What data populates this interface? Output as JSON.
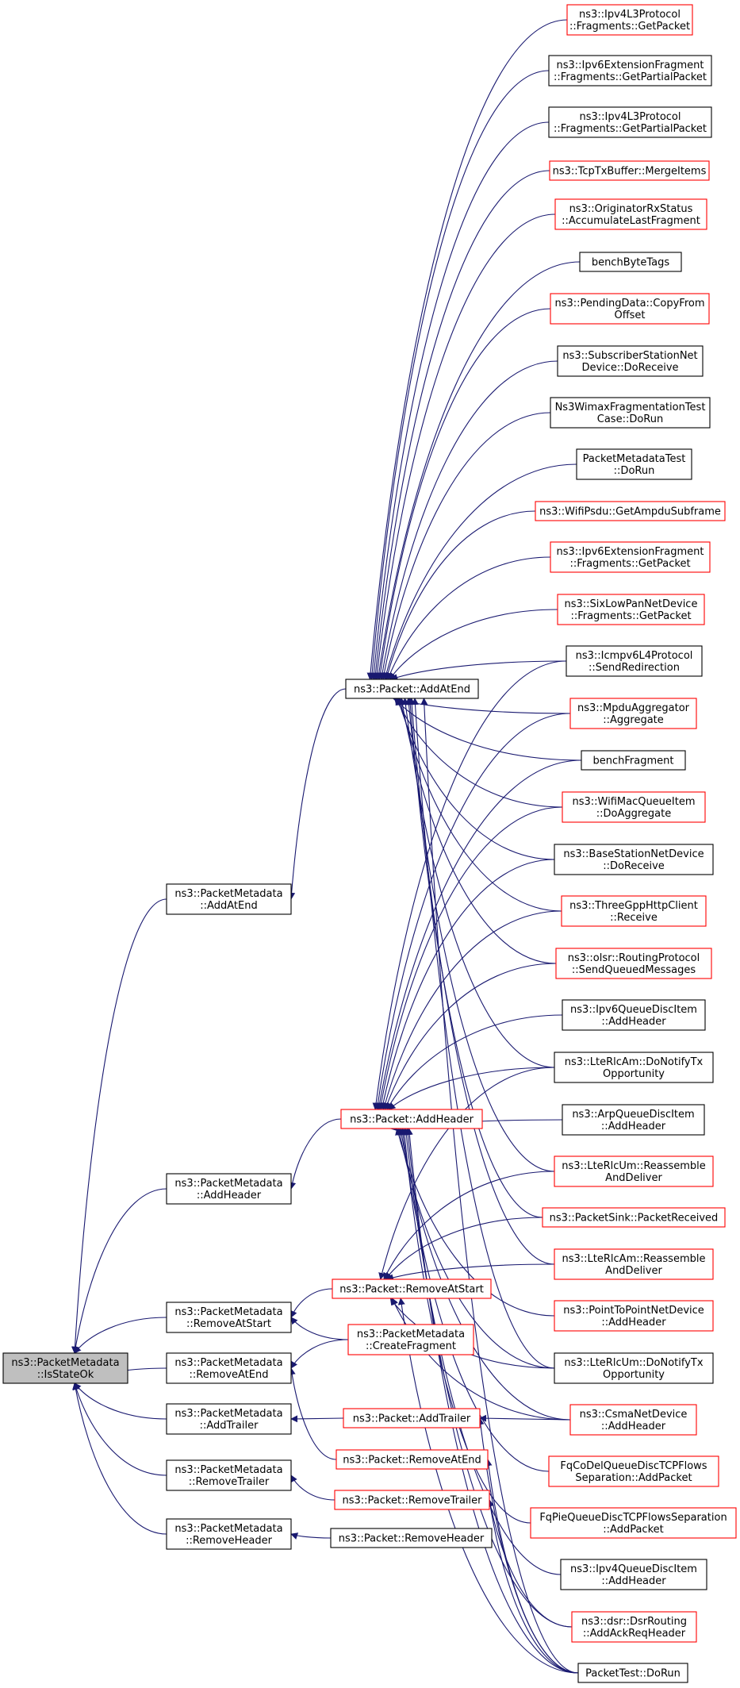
{
  "colors": {
    "edge": "#191970",
    "red_border": "#ff0000",
    "black_border": "#000000",
    "root_fill": "#bfbfbf",
    "node_fill": "#ffffff"
  },
  "nodes": [
    {
      "id": "isstateok",
      "lines": [
        "ns3::PacketMetadata",
        "::IsStateOk"
      ],
      "style": "root"
    },
    {
      "id": "pm_addatend",
      "lines": [
        "ns3::PacketMetadata",
        "::AddAtEnd"
      ],
      "style": "black"
    },
    {
      "id": "pm_addheader",
      "lines": [
        "ns3::PacketMetadata",
        "::AddHeader"
      ],
      "style": "black"
    },
    {
      "id": "pm_removeatstart",
      "lines": [
        "ns3::PacketMetadata",
        "::RemoveAtStart"
      ],
      "style": "black"
    },
    {
      "id": "pm_removeatend",
      "lines": [
        "ns3::PacketMetadata",
        "::RemoveAtEnd"
      ],
      "style": "black"
    },
    {
      "id": "pm_addtrailer",
      "lines": [
        "ns3::PacketMetadata",
        "::AddTrailer"
      ],
      "style": "black"
    },
    {
      "id": "pm_removetrailer",
      "lines": [
        "ns3::PacketMetadata",
        "::RemoveTrailer"
      ],
      "style": "black"
    },
    {
      "id": "pm_removeheader",
      "lines": [
        "ns3::PacketMetadata",
        "::RemoveHeader"
      ],
      "style": "black"
    },
    {
      "id": "p_addatend",
      "lines": [
        "ns3::Packet::AddAtEnd"
      ],
      "style": "black"
    },
    {
      "id": "p_addheader",
      "lines": [
        "ns3::Packet::AddHeader"
      ],
      "style": "red"
    },
    {
      "id": "p_removeatstart",
      "lines": [
        "ns3::Packet::RemoveAtStart"
      ],
      "style": "red"
    },
    {
      "id": "pm_createfragment",
      "lines": [
        "ns3::PacketMetadata",
        "::CreateFragment"
      ],
      "style": "red"
    },
    {
      "id": "p_addtrailer",
      "lines": [
        "ns3::Packet::AddTrailer"
      ],
      "style": "red"
    },
    {
      "id": "p_removeatend",
      "lines": [
        "ns3::Packet::RemoveAtEnd"
      ],
      "style": "red"
    },
    {
      "id": "p_removetrailer",
      "lines": [
        "ns3::Packet::RemoveTrailer"
      ],
      "style": "red"
    },
    {
      "id": "p_removeheader",
      "lines": [
        "ns3::Packet::RemoveHeader"
      ],
      "style": "black"
    },
    {
      "id": "r01",
      "lines": [
        "ns3::Ipv4L3Protocol",
        "::Fragments::GetPacket"
      ],
      "style": "red"
    },
    {
      "id": "r02",
      "lines": [
        "ns3::Ipv6ExtensionFragment",
        "::Fragments::GetPartialPacket"
      ],
      "style": "black"
    },
    {
      "id": "r03",
      "lines": [
        "ns3::Ipv4L3Protocol",
        "::Fragments::GetPartialPacket"
      ],
      "style": "black"
    },
    {
      "id": "r04",
      "lines": [
        "ns3::TcpTxBuffer::MergeItems"
      ],
      "style": "red"
    },
    {
      "id": "r05",
      "lines": [
        "ns3::OriginatorRxStatus",
        "::AccumulateLastFragment"
      ],
      "style": "red"
    },
    {
      "id": "r06",
      "lines": [
        "benchByteTags"
      ],
      "style": "black"
    },
    {
      "id": "r07",
      "lines": [
        "ns3::PendingData::CopyFrom",
        "Offset"
      ],
      "style": "red"
    },
    {
      "id": "r08",
      "lines": [
        "ns3::SubscriberStationNet",
        "Device::DoReceive"
      ],
      "style": "black"
    },
    {
      "id": "r09",
      "lines": [
        "Ns3WimaxFragmentationTest",
        "Case::DoRun"
      ],
      "style": "black"
    },
    {
      "id": "r10",
      "lines": [
        "PacketMetadataTest",
        "::DoRun"
      ],
      "style": "black"
    },
    {
      "id": "r11",
      "lines": [
        "ns3::WifiPsdu::GetAmpduSubframe"
      ],
      "style": "red"
    },
    {
      "id": "r12",
      "lines": [
        "ns3::Ipv6ExtensionFragment",
        "::Fragments::GetPacket"
      ],
      "style": "red"
    },
    {
      "id": "r13",
      "lines": [
        "ns3::SixLowPanNetDevice",
        "::Fragments::GetPacket"
      ],
      "style": "red"
    },
    {
      "id": "r14",
      "lines": [
        "ns3::Icmpv6L4Protocol",
        "::SendRedirection"
      ],
      "style": "black"
    },
    {
      "id": "r15",
      "lines": [
        "ns3::MpduAggregator",
        "::Aggregate"
      ],
      "style": "red"
    },
    {
      "id": "r16",
      "lines": [
        "benchFragment"
      ],
      "style": "black"
    },
    {
      "id": "r17",
      "lines": [
        "ns3::WifiMacQueueItem",
        "::DoAggregate"
      ],
      "style": "red"
    },
    {
      "id": "r18",
      "lines": [
        "ns3::BaseStationNetDevice",
        "::DoReceive"
      ],
      "style": "black"
    },
    {
      "id": "r19",
      "lines": [
        "ns3::ThreeGppHttpClient",
        "::Receive"
      ],
      "style": "red"
    },
    {
      "id": "r20",
      "lines": [
        "ns3::olsr::RoutingProtocol",
        "::SendQueuedMessages"
      ],
      "style": "red"
    },
    {
      "id": "r21",
      "lines": [
        "ns3::Ipv6QueueDiscItem",
        "::AddHeader"
      ],
      "style": "black"
    },
    {
      "id": "r22",
      "lines": [
        "ns3::LteRlcAm::DoNotifyTx",
        "Opportunity"
      ],
      "style": "black"
    },
    {
      "id": "r23",
      "lines": [
        "ns3::ArpQueueDiscItem",
        "::AddHeader"
      ],
      "style": "black"
    },
    {
      "id": "r24",
      "lines": [
        "ns3::LteRlcUm::Reassemble",
        "AndDeliver"
      ],
      "style": "red"
    },
    {
      "id": "r25",
      "lines": [
        "ns3::PacketSink::PacketReceived"
      ],
      "style": "red"
    },
    {
      "id": "r26",
      "lines": [
        "ns3::LteRlcAm::Reassemble",
        "AndDeliver"
      ],
      "style": "red"
    },
    {
      "id": "r27",
      "lines": [
        "ns3::PointToPointNetDevice",
        "::AddHeader"
      ],
      "style": "red"
    },
    {
      "id": "r28",
      "lines": [
        "ns3::LteRlcUm::DoNotifyTx",
        "Opportunity"
      ],
      "style": "black"
    },
    {
      "id": "r29",
      "lines": [
        "ns3::CsmaNetDevice",
        "::AddHeader"
      ],
      "style": "red"
    },
    {
      "id": "r30",
      "lines": [
        "FqCoDelQueueDiscTCPFlows",
        "Separation::AddPacket"
      ],
      "style": "red"
    },
    {
      "id": "r31",
      "lines": [
        "FqPieQueueDiscTCPFlowsSeparation",
        "::AddPacket"
      ],
      "style": "red"
    },
    {
      "id": "r32",
      "lines": [
        "ns3::Ipv4QueueDiscItem",
        "::AddHeader"
      ],
      "style": "black"
    },
    {
      "id": "r33",
      "lines": [
        "ns3::dsr::DsrRouting",
        "::AddAckReqHeader"
      ],
      "style": "red"
    },
    {
      "id": "r34",
      "lines": [
        "PacketTest::DoRun"
      ],
      "style": "black"
    }
  ],
  "edges": [
    [
      "pm_addatend",
      "isstateok"
    ],
    [
      "pm_addheader",
      "isstateok"
    ],
    [
      "pm_removeatstart",
      "isstateok"
    ],
    [
      "pm_removeatend",
      "isstateok"
    ],
    [
      "pm_addtrailer",
      "isstateok"
    ],
    [
      "pm_removetrailer",
      "isstateok"
    ],
    [
      "pm_removeheader",
      "isstateok"
    ],
    [
      "p_addatend",
      "pm_addatend"
    ],
    [
      "p_addheader",
      "pm_addheader"
    ],
    [
      "p_removeatstart",
      "pm_removeatstart"
    ],
    [
      "pm_createfragment",
      "pm_removeatstart"
    ],
    [
      "pm_createfragment",
      "pm_removeatend"
    ],
    [
      "p_removeatend",
      "pm_removeatend"
    ],
    [
      "p_addtrailer",
      "pm_addtrailer"
    ],
    [
      "p_removetrailer",
      "pm_removetrailer"
    ],
    [
      "p_removeheader",
      "pm_removeheader"
    ],
    [
      "r01",
      "p_addatend"
    ],
    [
      "r02",
      "p_addatend"
    ],
    [
      "r03",
      "p_addatend"
    ],
    [
      "r04",
      "p_addatend"
    ],
    [
      "r05",
      "p_addatend"
    ],
    [
      "r06",
      "p_addatend"
    ],
    [
      "r07",
      "p_addatend"
    ],
    [
      "r08",
      "p_addatend"
    ],
    [
      "r09",
      "p_addatend"
    ],
    [
      "r10",
      "p_addatend"
    ],
    [
      "r11",
      "p_addatend"
    ],
    [
      "r12",
      "p_addatend"
    ],
    [
      "r13",
      "p_addatend"
    ],
    [
      "r14",
      "p_addatend"
    ],
    [
      "r15",
      "p_addatend"
    ],
    [
      "r16",
      "p_addatend"
    ],
    [
      "r17",
      "p_addatend"
    ],
    [
      "r18",
      "p_addatend"
    ],
    [
      "r19",
      "p_addatend"
    ],
    [
      "r20",
      "p_addatend"
    ],
    [
      "r22",
      "p_addatend"
    ],
    [
      "r24",
      "p_addatend"
    ],
    [
      "r25",
      "p_addatend"
    ],
    [
      "r26",
      "p_addatend"
    ],
    [
      "r28",
      "p_addatend"
    ],
    [
      "r34",
      "p_addatend"
    ],
    [
      "r14",
      "p_addheader"
    ],
    [
      "r15",
      "p_addheader"
    ],
    [
      "r16",
      "p_addheader"
    ],
    [
      "r17",
      "p_addheader"
    ],
    [
      "r18",
      "p_addheader"
    ],
    [
      "r19",
      "p_addheader"
    ],
    [
      "r20",
      "p_addheader"
    ],
    [
      "r21",
      "p_addheader"
    ],
    [
      "r22",
      "p_addheader"
    ],
    [
      "r23",
      "p_addheader"
    ],
    [
      "r27",
      "p_addheader"
    ],
    [
      "r28",
      "p_addheader"
    ],
    [
      "r29",
      "p_addheader"
    ],
    [
      "r30",
      "p_addheader"
    ],
    [
      "r31",
      "p_addheader"
    ],
    [
      "r32",
      "p_addheader"
    ],
    [
      "r33",
      "p_addheader"
    ],
    [
      "r34",
      "p_addheader"
    ],
    [
      "r22",
      "p_removeatstart"
    ],
    [
      "r24",
      "p_removeatstart"
    ],
    [
      "r25",
      "p_removeatstart"
    ],
    [
      "r26",
      "p_removeatstart"
    ],
    [
      "r28",
      "p_removeatstart"
    ],
    [
      "r29",
      "p_removeatstart"
    ],
    [
      "r34",
      "p_removeatstart"
    ],
    [
      "r29",
      "p_addtrailer"
    ],
    [
      "r34",
      "p_addtrailer"
    ],
    [
      "r34",
      "p_removeatend"
    ],
    [
      "r33",
      "p_removetrailer"
    ],
    [
      "r34",
      "p_removetrailer"
    ]
  ]
}
